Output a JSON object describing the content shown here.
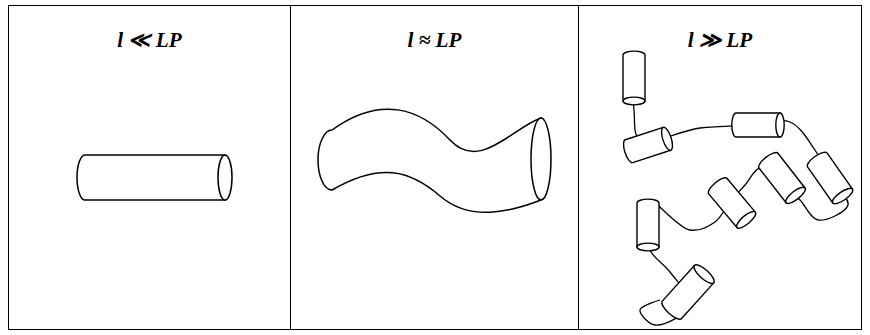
{
  "diagram": {
    "nodes": [
      {
        "text": [
          "l ≪ LP"
        ]
      },
      {
        "text": [
          "l ≈ LP"
        ]
      },
      {
        "text": [
          "l ≫ LP"
        ]
      }
    ]
  }
}
